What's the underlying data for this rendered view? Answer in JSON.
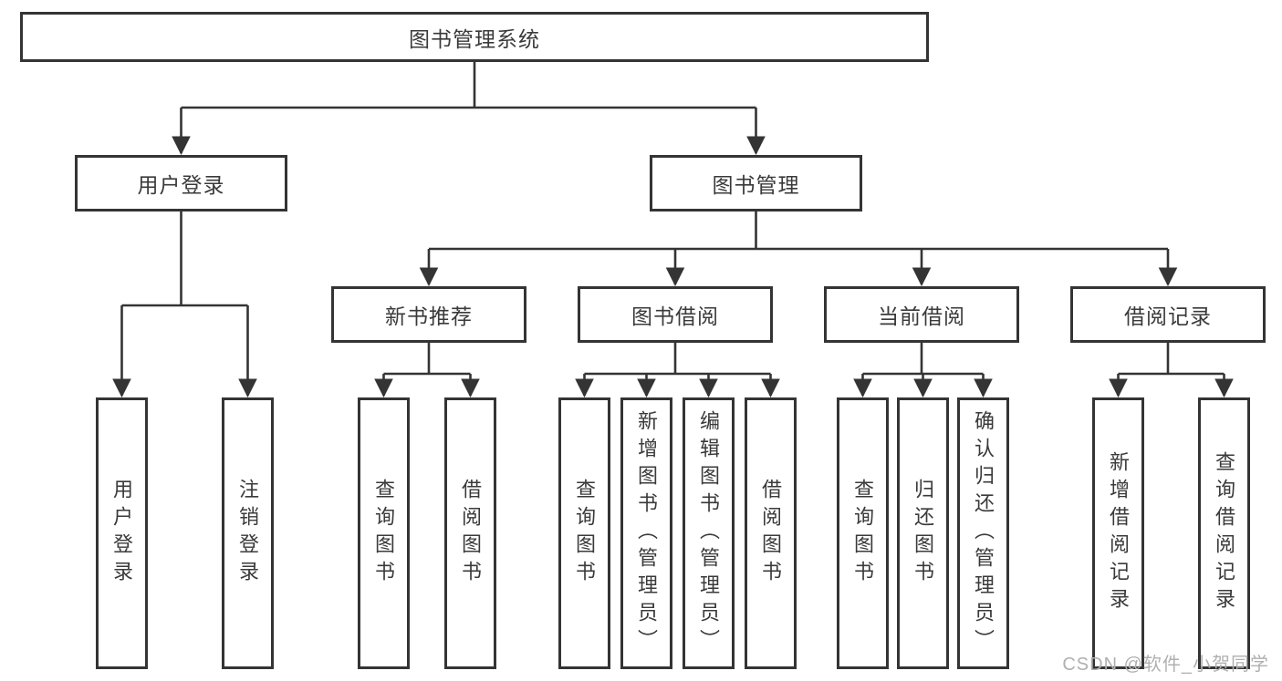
{
  "diagram": {
    "type": "hierarchy-tree",
    "orientation": "top-down",
    "colors": {
      "line": "#343434",
      "box_border": "#343434",
      "text": "#3a3a3a",
      "background": "#ffffff",
      "watermark": "#b0b0b0"
    }
  },
  "tree": {
    "label": "图书管理系统",
    "children": [
      {
        "label": "用户登录",
        "children": [
          {
            "label": "用户登录"
          },
          {
            "label": "注销登录"
          }
        ]
      },
      {
        "label": "图书管理",
        "children": [
          {
            "label": "新书推荐",
            "children": [
              {
                "label": "查询图书"
              },
              {
                "label": "借阅图书"
              }
            ]
          },
          {
            "label": "图书借阅",
            "children": [
              {
                "label": "查询图书"
              },
              {
                "label": "新增图书（管理员）"
              },
              {
                "label": "编辑图书（管理员）"
              },
              {
                "label": "借阅图书"
              }
            ]
          },
          {
            "label": "当前借阅",
            "children": [
              {
                "label": "查询图书"
              },
              {
                "label": "归还图书"
              },
              {
                "label": "确认归还（管理员）"
              }
            ]
          },
          {
            "label": "借阅记录",
            "children": [
              {
                "label": "新增借阅记录"
              },
              {
                "label": "查询借阅记录"
              }
            ]
          }
        ]
      }
    ]
  },
  "watermark": {
    "text": "CSDN @软件_小贺同学"
  }
}
